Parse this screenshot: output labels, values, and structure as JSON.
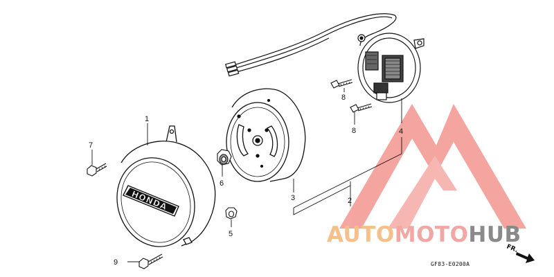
{
  "diagram": {
    "part_labels": [
      {
        "id": "1",
        "text": "1"
      },
      {
        "id": "2",
        "text": "2"
      },
      {
        "id": "3",
        "text": "3"
      },
      {
        "id": "4",
        "text": "4"
      },
      {
        "id": "5",
        "text": "5"
      },
      {
        "id": "6",
        "text": "6"
      },
      {
        "id": "7",
        "text": "7"
      },
      {
        "id": "8a",
        "text": "8"
      },
      {
        "id": "8b",
        "text": "8"
      },
      {
        "id": "9",
        "text": "9"
      }
    ],
    "cover_logo_text": "HONDA",
    "diagram_code": "GF83-E0200A",
    "direction_label": "FR."
  },
  "watermark": {
    "brand_part1": "AUTO",
    "brand_part2": "MOTO",
    "brand_part3": "HUB",
    "colors": {
      "auto": "#f5c08a",
      "moto": "#f1a8a4",
      "hub": "#8a8a8a",
      "triangle": "#f08a86"
    }
  }
}
